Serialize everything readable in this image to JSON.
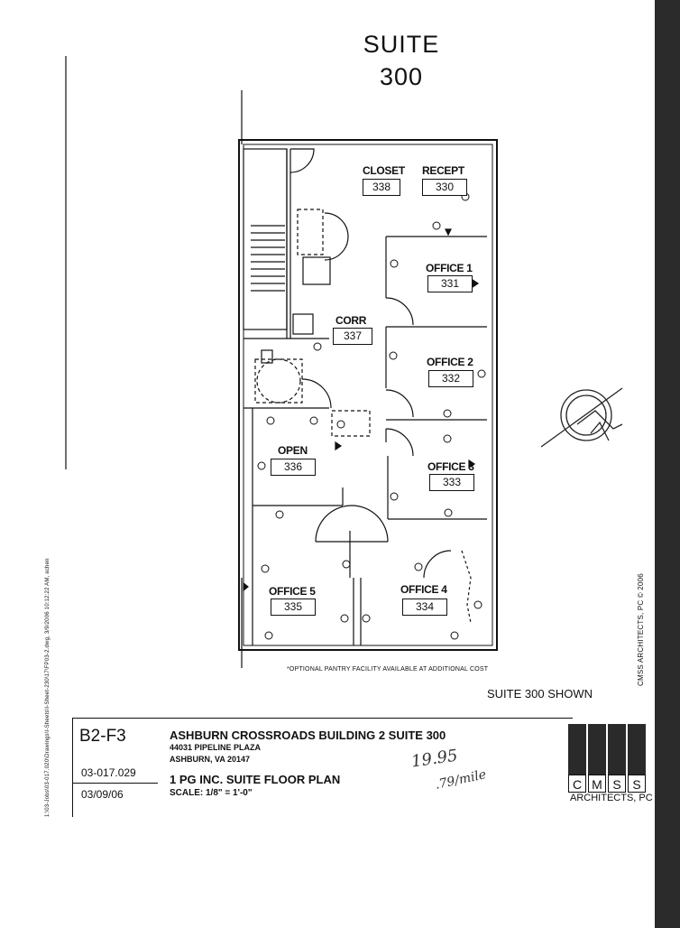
{
  "title": {
    "line1": "SUITE",
    "line2": "300"
  },
  "rooms": [
    {
      "label": "CLOSET",
      "number": "338"
    },
    {
      "label": "RECEPT",
      "number": "330"
    },
    {
      "label": "OFFICE 1",
      "number": "331"
    },
    {
      "label": "CORR",
      "number": "337"
    },
    {
      "label": "OFFICE 2",
      "number": "332"
    },
    {
      "label": "OPEN",
      "number": "336"
    },
    {
      "label": "OFFICE 3",
      "number": "333"
    },
    {
      "label": "OFFICE 5",
      "number": "335"
    },
    {
      "label": "OFFICE 4",
      "number": "334"
    }
  ],
  "note": "*OPTIONAL PANTRY FACILITY AVAILABLE AT ADDITIONAL COST",
  "suite_shown": "SUITE 300 SHOWN",
  "side_path": "1:\\03-Jobs\\03-017.020\\Drawings\\I-Sheets\\I-Sheet-230\\17\\FP03-2.dwg, 3/9/2006 10:12:22 AM, achen",
  "copyright": "CMSS ARCHITECTS, PC © 2006",
  "title_block": {
    "sheet": "B2-F3",
    "job": "03-017.029",
    "date": "03/09/06",
    "project": "ASHBURN CROSSROADS BUILDING 2 SUITE 300",
    "address1": "44031 PIPELINE PLAZA",
    "address2": "ASHBURN, VA 20147",
    "plan_name": "1 PG INC. SUITE FLOOR PLAN",
    "scale": "SCALE: 1/8\" = 1'-0\""
  },
  "handwritten": {
    "line1": "19.95",
    "line2": ".79/mile"
  },
  "logo": {
    "letters": [
      "C",
      "M",
      "S",
      "S"
    ],
    "subtitle": "ARCHITECTS, PC"
  }
}
